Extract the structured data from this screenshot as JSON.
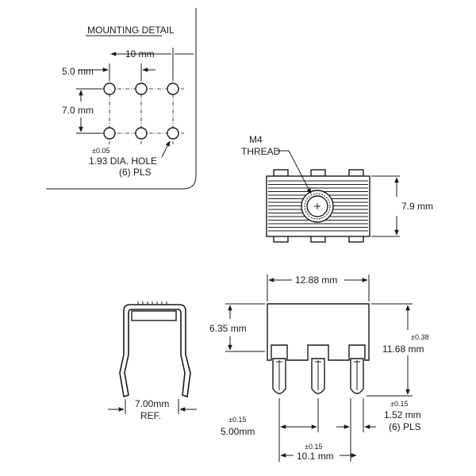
{
  "mounting_detail": {
    "title": "MOUNTING DETAIL",
    "dim_pitch_x": "10 mm",
    "dim_offset": "5.0 mm",
    "dim_pitch_y": "7.0 mm",
    "hole_tolerance": "±0.05",
    "hole_label": "1.93 DIA. HOLE",
    "hole_count": "(6) PLS"
  },
  "top_view": {
    "thread_label_1": "M4",
    "thread_label_2": "THREAD",
    "dim_width": "7.9 mm"
  },
  "side_view": {
    "dim_width": "7.00mm",
    "dim_ref": "REF."
  },
  "front_view": {
    "dim_length": "12.88 mm",
    "dim_body_height": "6.35 mm",
    "dim_total_tol": "±0.38",
    "dim_total_height": "11.68 mm",
    "dim_pin_tol": "±0.15",
    "dim_pin_width": "1.52 mm",
    "dim_pin_count": "(6) PLS",
    "dim_pitch_tol": "±0.15",
    "dim_pitch": "5.00mm",
    "dim_span_tol": "±0.15",
    "dim_span": "10.1 mm"
  }
}
